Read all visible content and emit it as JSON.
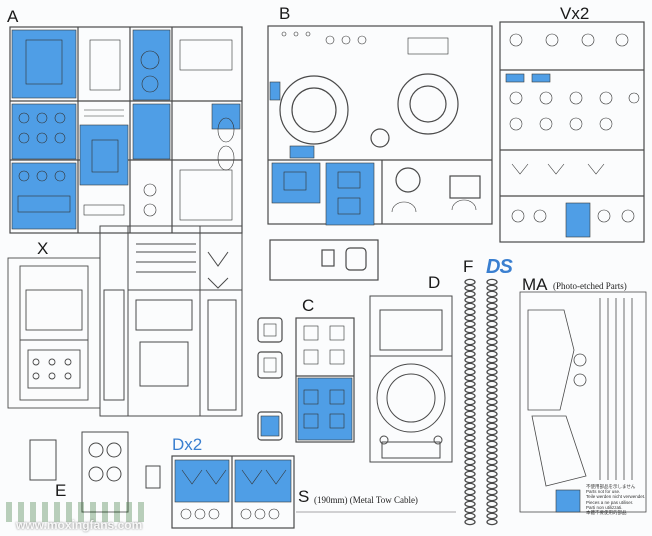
{
  "colors": {
    "sprue": "#4a4a4a",
    "highlight": "#4f9ee6",
    "paper": "#fbfcfd",
    "label_blue": "#3a7fd0"
  },
  "sprues": {
    "a": "A",
    "b": "B",
    "vx2": "Vx2",
    "x": "X",
    "c": "C",
    "d": "D",
    "f": "F",
    "ma": "MA",
    "ma_note": "(Photo-etched Parts)",
    "dx2": "Dx2",
    "e": "E",
    "s": "S",
    "s_note": "(190mm) (Metal Tow Cable)"
  },
  "logo": "DS",
  "legend": {
    "lines": [
      "不使用部品を示しません",
      "Parts not for use.",
      "Teile werden nicht verwendet.",
      "Pieces a ne pas utiliser.",
      "Parti non utilizzati.",
      "本體不要使用的部品"
    ]
  },
  "watermark": {
    "text": "www.moxingfans.com",
    "brand_icon": "mosaic-logo-icon"
  }
}
